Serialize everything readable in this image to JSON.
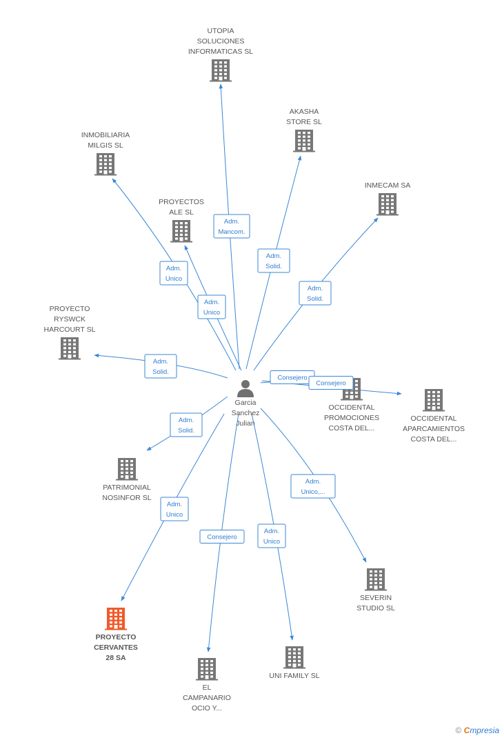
{
  "center": {
    "label_lines": [
      "Garcia",
      "Sanchez",
      "Julian"
    ]
  },
  "colors": {
    "edge": "#3a87d6",
    "building": "#777777",
    "highlight": "#f05a28"
  },
  "nodes": [
    {
      "id": "utopia",
      "label_lines": [
        "UTOPIA",
        "SOLUCIONES",
        "INFORMATICAS SL"
      ],
      "highlight": false
    },
    {
      "id": "akasha",
      "label_lines": [
        "AKASHA",
        "STORE SL"
      ],
      "highlight": false
    },
    {
      "id": "milgis",
      "label_lines": [
        "INMOBILIARIA",
        "MILGIS SL"
      ],
      "highlight": false
    },
    {
      "id": "inmecam",
      "label_lines": [
        "INMECAM SA"
      ],
      "highlight": false
    },
    {
      "id": "ale",
      "label_lines": [
        "PROYECTOS",
        "ALE SL"
      ],
      "highlight": false
    },
    {
      "id": "ryswck",
      "label_lines": [
        "PROYECTO",
        "RYSWCK",
        "HARCOURT SL"
      ],
      "highlight": false
    },
    {
      "id": "occ_prom",
      "label_lines": [
        "OCCIDENTAL",
        "PROMOCIONES",
        "COSTA DEL..."
      ],
      "highlight": false
    },
    {
      "id": "occ_apar",
      "label_lines": [
        "OCCIDENTAL",
        "APARCAMIENTOS",
        "COSTA DEL..."
      ],
      "highlight": false
    },
    {
      "id": "patrimonial",
      "label_lines": [
        "PATRIMONIAL",
        "NOSINFOR SL"
      ],
      "highlight": false
    },
    {
      "id": "severin",
      "label_lines": [
        "SEVERIN",
        "STUDIO SL"
      ],
      "highlight": false
    },
    {
      "id": "cervantes",
      "label_lines": [
        "PROYECTO",
        "CERVANTES",
        "28 SA"
      ],
      "highlight": true
    },
    {
      "id": "uni",
      "label_lines": [
        "UNI FAMILY SL"
      ],
      "highlight": false
    },
    {
      "id": "campanario",
      "label_lines": [
        "EL",
        "CAMPANARIO",
        "OCIO Y..."
      ],
      "highlight": false
    }
  ],
  "edges": [
    {
      "to": "utopia",
      "label_lines": [
        "Adm.",
        "Mancom."
      ]
    },
    {
      "to": "akasha",
      "label_lines": [
        "Adm.",
        "Solid."
      ]
    },
    {
      "to": "milgis",
      "label_lines": [
        "Adm.",
        "Unico"
      ]
    },
    {
      "to": "inmecam",
      "label_lines": [
        "Adm.",
        "Solid."
      ]
    },
    {
      "to": "ale",
      "label_lines": [
        "Adm.",
        "Unico"
      ]
    },
    {
      "to": "ryswck",
      "label_lines": [
        "Adm.",
        "Solid."
      ]
    },
    {
      "to": "occ_prom",
      "label_lines": [
        "Consejero"
      ]
    },
    {
      "to": "occ_apar",
      "label_lines": [
        "Consejero"
      ]
    },
    {
      "to": "patrimonial",
      "label_lines": [
        "Adm.",
        "Solid."
      ]
    },
    {
      "to": "severin",
      "label_lines": [
        "Adm.",
        "Unico,..."
      ]
    },
    {
      "to": "cervantes",
      "label_lines": [
        "Adm.",
        "Unico"
      ]
    },
    {
      "to": "uni",
      "label_lines": [
        "Adm.",
        "Unico"
      ]
    },
    {
      "to": "campanario",
      "label_lines": [
        "Consejero"
      ]
    }
  ],
  "footer": {
    "copyright_symbol": "©",
    "brand_first": "C",
    "brand_rest": "mpresia"
  }
}
